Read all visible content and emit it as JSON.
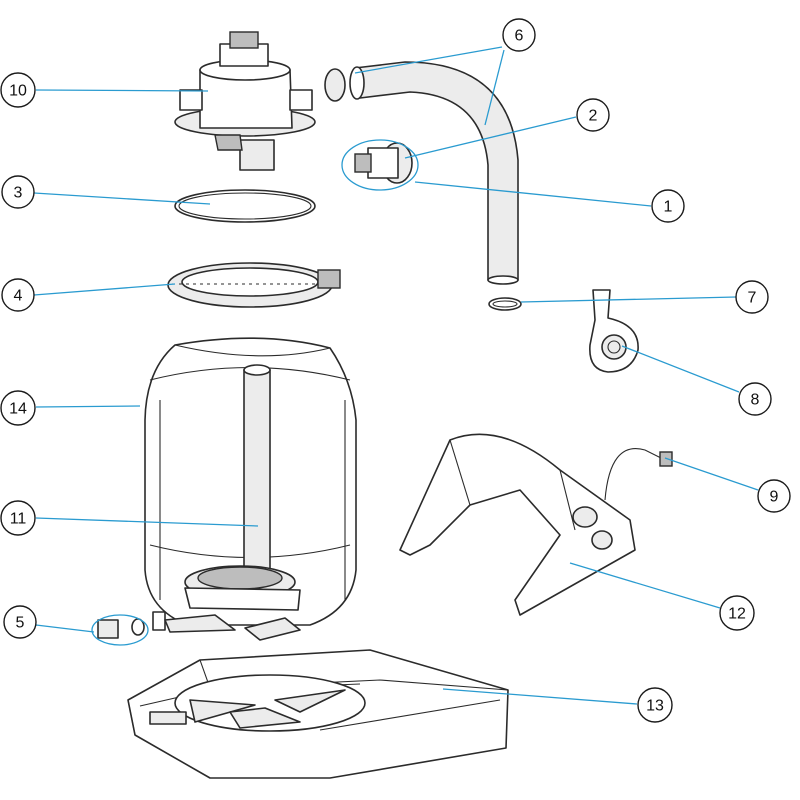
{
  "colors": {
    "leader_line": "#2a9bd0",
    "outline": "#2b2b2b",
    "background": "#ffffff"
  },
  "callouts": [
    {
      "id": "1",
      "label": "1"
    },
    {
      "id": "2",
      "label": "2"
    },
    {
      "id": "3",
      "label": "3"
    },
    {
      "id": "4",
      "label": "4"
    },
    {
      "id": "5",
      "label": "5"
    },
    {
      "id": "6",
      "label": "6"
    },
    {
      "id": "7",
      "label": "7"
    },
    {
      "id": "8",
      "label": "8"
    },
    {
      "id": "9",
      "label": "9"
    },
    {
      "id": "10",
      "label": "10"
    },
    {
      "id": "11",
      "label": "11"
    },
    {
      "id": "12",
      "label": "12"
    },
    {
      "id": "13",
      "label": "13"
    },
    {
      "id": "14",
      "label": "14"
    }
  ]
}
